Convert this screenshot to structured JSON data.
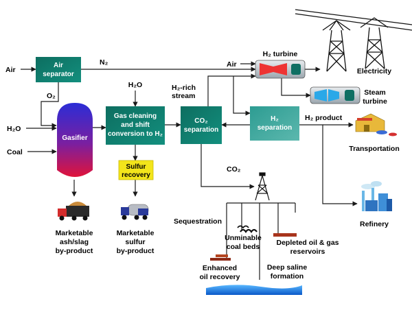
{
  "colors": {
    "teal_box": "#0f6f63",
    "teal_light": "#2e9a90",
    "sulfur_box": "#f3e51b",
    "gasifier_top": "#2b2dd6",
    "gasifier_bottom": "#e0133a",
    "turbine_red": "#e33",
    "turbine_blue": "#2aa8e8"
  },
  "inputs": {
    "air": "Air",
    "h2o": "H₂O",
    "coal": "Coal",
    "air2": "Air",
    "h2o_top": "H₂O"
  },
  "streams": {
    "n2": "N₂",
    "o2": "O₂",
    "h2_rich_line1": "H₂-rich",
    "h2_rich_line2": "stream",
    "co2": "CO₂",
    "h2_product": "H₂ product"
  },
  "units": {
    "air_separator_line1": "Air",
    "air_separator_line2": "separator",
    "gasifier": "Gasifier",
    "gas_cleaning_line1": "Gas cleaning",
    "gas_cleaning_line2": "and shift",
    "gas_cleaning_line3": "conversion to H₂",
    "sulfur_line1": "Sulfur",
    "sulfur_line2": "recovery",
    "co2_sep_line1": "CO₂",
    "co2_sep_line2": "separation",
    "h2_sep_line1": "H₂",
    "h2_sep_line2": "separation",
    "h2_turbine": "H₂ turbine",
    "steam_turbine_line1": "Steam",
    "steam_turbine_line2": "turbine"
  },
  "outputs": {
    "electricity": "Electricity",
    "transportation": "Transportation",
    "refinery": "Refinery",
    "ash_line1": "Marketable",
    "ash_line2": "ash/slag",
    "ash_line3": "by-product",
    "sulfur_line1": "Marketable",
    "sulfur_line2": "sulfur",
    "sulfur_line3": "by-product"
  },
  "sequestration": {
    "title": "Sequestration",
    "coal_beds_line1": "Unminable",
    "coal_beds_line2": "coal beds",
    "depleted_line1": "Depleted oil & gas",
    "depleted_line2": "reservoirs",
    "enhanced_line1": "Enhanced",
    "enhanced_line2": "oil recovery",
    "saline_line1": "Deep saline",
    "saline_line2": "formation"
  }
}
